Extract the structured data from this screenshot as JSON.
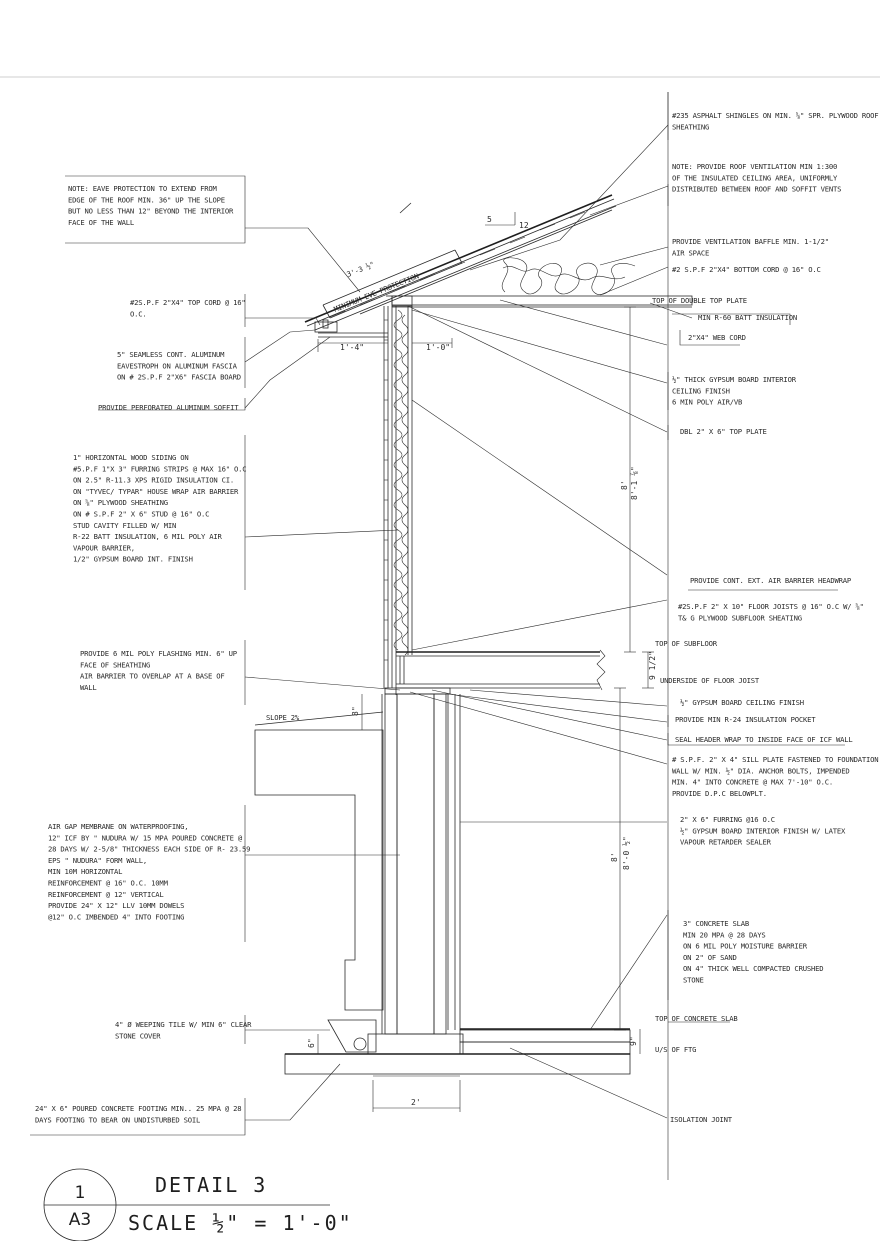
{
  "title_block": {
    "detail_number": "1",
    "sheet": "A3",
    "title": "DETAIL 3",
    "scale": "SCALE ½\" = 1'-0\""
  },
  "notes_right": [
    [
      "#235 ASPHALT SHINGLES ON MIN. ⅝\" SPR. PLYWOOD ROOF",
      "SHEATHING"
    ],
    [
      "NOTE: PROVIDE ROOF VENTILATION MIN 1:300",
      "OF THE INSULATED CEILING AREA, UNIFORMLY",
      "DISTRIBUTED BETWEEN ROOF AND SOFFIT VENTS"
    ],
    [
      "PROVIDE VENTILATION BAFFLE MIN. 1-1/2\"",
      "AIR SPACE"
    ],
    [
      "#2 S.P.F 2\"X4\" BOTTOM CORD @ 16\" O.C"
    ],
    [
      "TOP OF DOUBLE TOP PLATE"
    ],
    [
      "MIN R-60 BATT INSULATION"
    ],
    [
      "2\"X4\" WEB CORD"
    ],
    [
      "½\" THICK GYPSUM BOARD INTERIOR",
      "CEILING FINISH",
      "6 MIN POLY AIR/VB"
    ],
    [
      "DBL 2\" X 6\" TOP PLATE"
    ],
    [
      "PROVIDE CONT. EXT. AIR BARRIER HEADWRAP"
    ],
    [
      "#2S.P.F 2\" X 10\" FLOOR JOISTS @ 16\" O.C W/ ⅝\"",
      "T& G PLYWOOD SUBFLOOR SHEATING"
    ],
    [
      "TOP OF SUBFLOOR"
    ],
    [
      "UNDERSIDE OF FLOOR JOIST"
    ],
    [
      "½\" GYPSUM BOARD CEILING FINISH"
    ],
    [
      "PROVIDE MIN R-24 INSULATION POCKET"
    ],
    [
      "SEAL HEADER WRAP TO INSIDE FACE OF ICF WALL"
    ],
    [
      "# S.P.F. 2\" X 4\" SILL PLATE FASTENED TO FOUNDATION",
      "WALL W/ MIN. ½\" DIA. ANCHOR BOLTS, IMPENDED",
      "MIN. 4\" INTO CONCRETE @ MAX 7'-10\" O.C.",
      "PROVIDE D.P.C BELOWPLT."
    ],
    [
      "2\" X 6\" FURRING @16 O.C",
      "½\" GYPSUM BOARD INTERIOR FINISH W/ LATEX",
      "VAPOUR RETARDER SEALER"
    ],
    [
      "3\" CONCRETE SLAB",
      "MIN 20 MPA @ 28 DAYS",
      "ON 6 MIL POLY MOISTURE BARRIER",
      "ON 2\" OF SAND",
      "ON 4\" THICK WELL COMPACTED CRUSHED",
      "STONE"
    ],
    [
      "TOP OF CONCRETE SLAB"
    ],
    [
      "U/S OF FTG"
    ],
    [
      "ISOLATION JOINT"
    ]
  ],
  "notes_left": [
    [
      "NOTE: EAVE PROTECTION TO EXTEND FROM",
      "EDGE OF THE ROOF MIN. 36\" UP THE SLOPE",
      "BUT NO LESS THAN 12\" BEYOND THE INTERIOR",
      "FACE OF THE WALL"
    ],
    [
      "#2S.P.F 2\"X4\" TOP CORD @ 16\"",
      "O.C."
    ],
    [
      "5\" SEAMLESS CONT. ALUMINUM",
      "EAVESTROPH ON ALUMINUM FASCIA",
      "ON # 2S.P.F 2\"X6\" FASCIA BOARD"
    ],
    [
      "PROVIDE PERFORATED ALUMINUM SOFFIT"
    ],
    [
      "1\" HORIZONTAL WOOD SIDING ON",
      "#5.P.F 1\"X 3\" FURRING STRIPS @ MAX 16\" O.C",
      "ON 2.5\" R-11.3 XPS RIGID INSULATION CI.",
      "ON \"TYVEC/ TYPAR\" HOUSE WRAP AIR BARRIER",
      "ON ⅝\" PLYWOOD SHEATHING",
      "ON # S.P.F 2\" X 6\" STUD @ 16\" O.C",
      "STUD CAVITY FILLED W/ MIN",
      "R-22 BATT INSULATION, 6 MIL POLY AIR",
      "VAPOUR BARRIER,",
      "1/2\" GYPSUM BOARD INT. FINISH"
    ],
    [
      "PROVIDE 6 MIL POLY FLASHING MIN. 6\" UP",
      "FACE OF SHEATHING",
      "AIR BARRIER TO OVERLAP AT A BASE OF",
      "WALL"
    ],
    [
      "AIR GAP MEMBRANE ON WATERPROOFING,",
      "12\" ICF BY \" NUDURA W/ 15 MPA POURED CONCRETE @",
      "28 DAYS W/ 2-5/8\" THICKNESS EACH SIDE OF R- 23.59",
      "EPS \" NUDURA\" FORM WALL,",
      "MIN 10M HORIZONTAL",
      "REINFORCEMENT @ 16\" O.C. 10MM",
      "REINFORCEMENT @ 12\" VERTICAL",
      "PROVIDE 24\" X 12\" LLV 10MM DOWELS",
      "@12\" O.C IMBENDED 4\" INTO FOOTING"
    ],
    [
      "4\" Ø WEEPING TILE W/ MIN 6\" CLEAR",
      "STONE COVER"
    ],
    [
      "24\" X 6\" POURED CONCRETE FOOTING MIN.. 25 MPA @ 28",
      "DAYS FOOTING TO BEAR ON UNDISTURBED SOIL"
    ]
  ],
  "labels": {
    "eave_protection": "MINIMUM EVE PROTECTION",
    "overhang": "3'-3 ½\"",
    "pitch_run": "5",
    "pitch_rise": "12",
    "soffit_dim": "1'-4\"",
    "plate_dim": "1'-0\"",
    "wall_height_a": "8'",
    "wall_height_b": "8'-1 ⅞\"",
    "joist_depth": "9 1/2\"",
    "grade_height": "8\"",
    "slope": "SLOPE 2%",
    "basement_a": "8'",
    "basement_b": "8'-0 ½\"",
    "slab_dim": "9\"",
    "footing_depth": "6\"",
    "footing_width": "2'"
  }
}
